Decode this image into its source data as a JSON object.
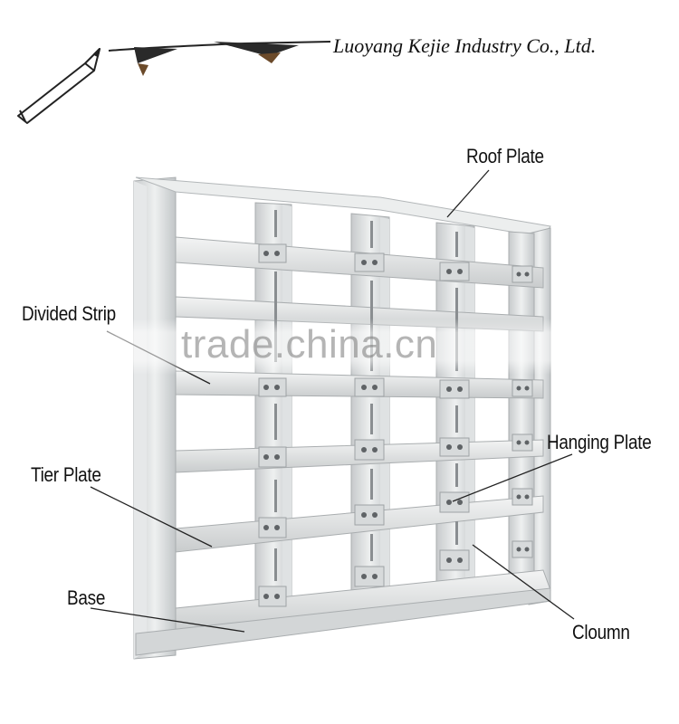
{
  "header": {
    "company_name": "Luoyang Kejie Industry Co., Ltd."
  },
  "callouts": {
    "roof_plate": "Roof Plate",
    "divided_strip": "Divided Strip",
    "hanging_plate": "Hanging Plate",
    "tier_plate": "Tier Plate",
    "base": "Base",
    "column": "Cloumn"
  },
  "watermark": "trade.china.cn",
  "colors": {
    "frame": "#d8dbdc",
    "frame_shadow": "#b9bdbf",
    "slot": "#6d7174",
    "ink": "#111111"
  },
  "icons": [
    "pencil-icon",
    "flag-banner-icon"
  ]
}
